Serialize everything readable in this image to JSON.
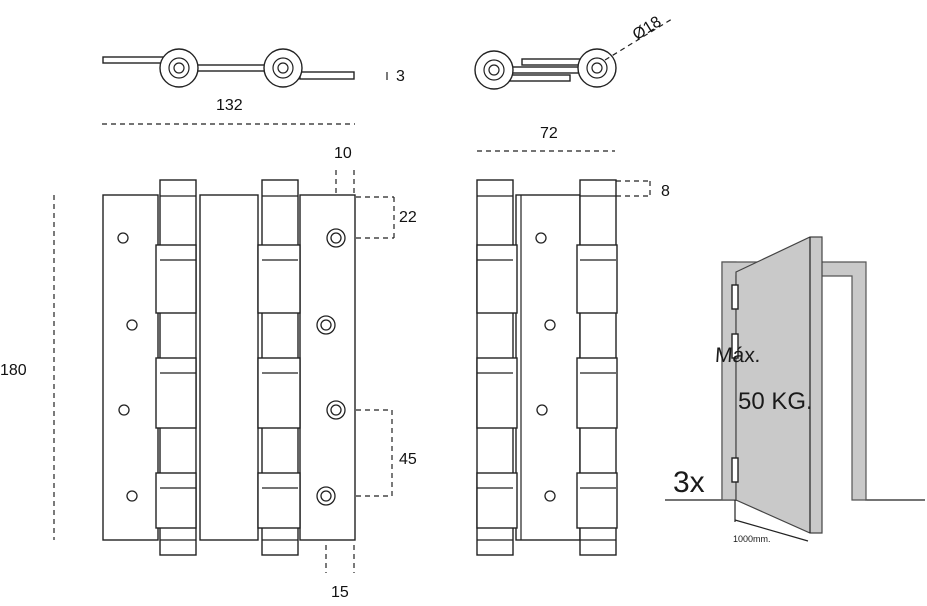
{
  "dimensions": {
    "width_total": "132",
    "thickness": "3",
    "barrel_diameter": "Ø18",
    "closed_width": "72",
    "top_offset": "10",
    "screw_top": "22",
    "height": "180",
    "screw_spacing": "45",
    "edge_offset": "15",
    "knuckle_offset": "8"
  },
  "door": {
    "max_load_line1": "Máx.",
    "max_load_line2": "50 KG.",
    "quantity": "3x",
    "door_width": "1000mm."
  }
}
